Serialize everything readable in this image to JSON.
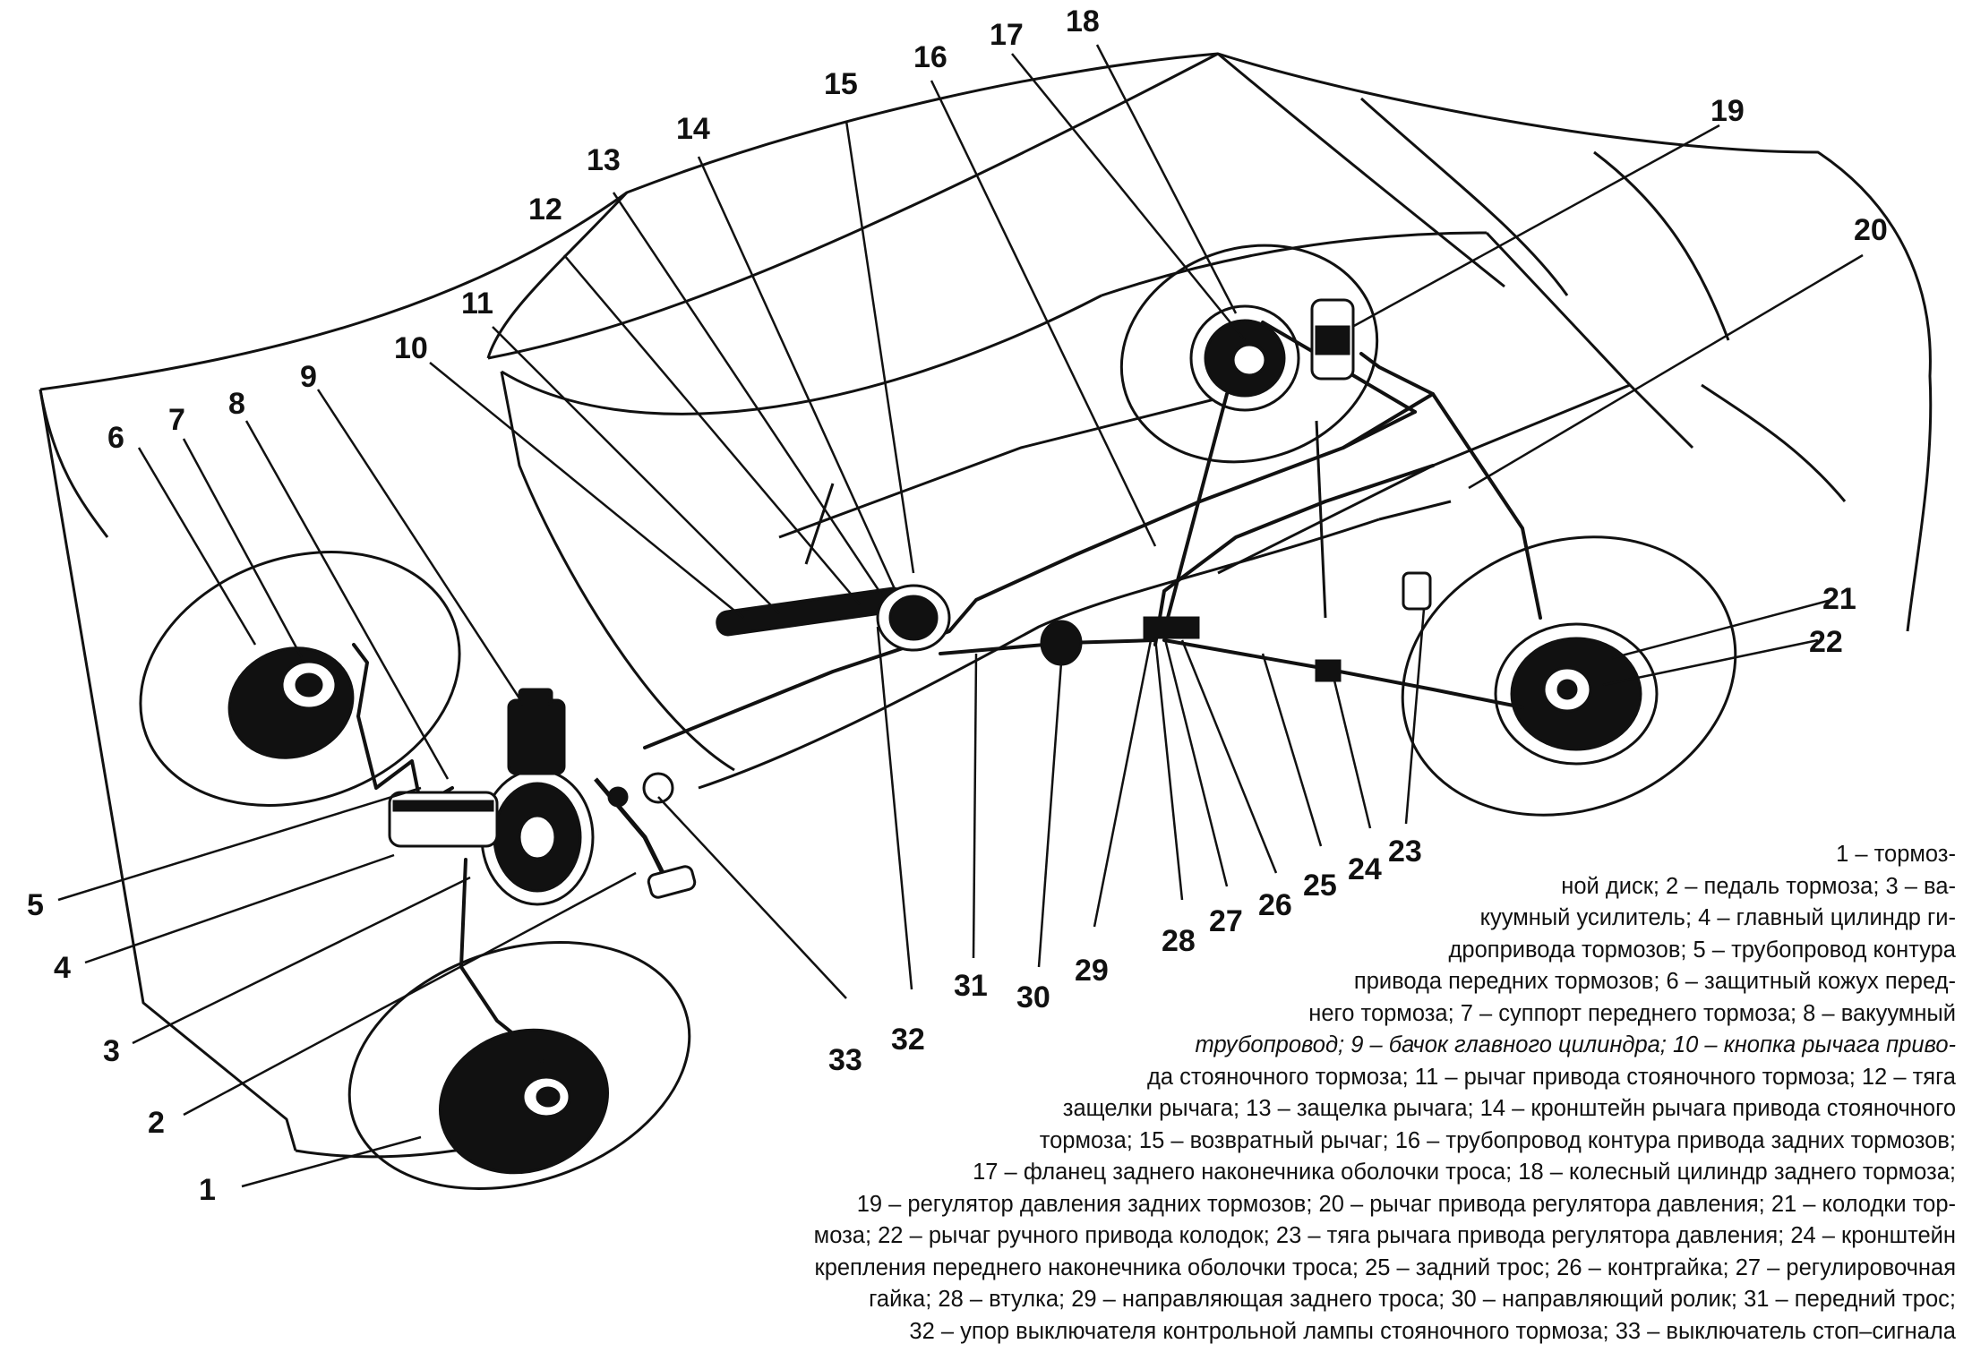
{
  "callouts": {
    "c1": "1",
    "c2": "2",
    "c3": "3",
    "c4": "4",
    "c5": "5",
    "c6": "6",
    "c7": "7",
    "c8": "8",
    "c9": "9",
    "c10": "10",
    "c11": "11",
    "c12": "12",
    "c13": "13",
    "c14": "14",
    "c15": "15",
    "c16": "16",
    "c17": "17",
    "c18": "18",
    "c19": "19",
    "c20": "20",
    "c21": "21",
    "c22": "22",
    "c23": "23",
    "c24": "24",
    "c25": "25",
    "c26": "26",
    "c27": "27",
    "c28": "28",
    "c29": "29",
    "c30": "30",
    "c31": "31",
    "c32": "32",
    "c33": "33"
  },
  "legend": {
    "l01": "1 – тормоз-",
    "l02": "ной диск; 2 – педаль тормоза; 3 – ва-",
    "l03": "куумный усилитель; 4 – главный цилиндр ги-",
    "l04": "дропривода тормозов;   5 – трубопровод контура",
    "l05": "привода передних тормозов; 6 – защитный кожух перед-",
    "l06": "него тормоза; 7 – суппорт переднего тормоза; 8 – вакуумный",
    "l07": "трубопровод; 9 – бачок главного цилиндра; 10 – кнопка рычага приво-",
    "l08": "да стояночного тормоза; 11 – рычаг привода стояночного тормоза; 12 – тяга",
    "l09": "защелки рычага; 13 – защелка рычага; 14 – кронштейн рычага привода стояночного",
    "l10": "тормоза;  15 – возвратный рычаг;  16 – трубопровод контура привода задних тормозов;",
    "l11": "17 – фланец заднего наконечника оболочки троса; 18 – колесный цилиндр заднего тормоза;",
    "l12": "19 – регулятор давления задних тормозов; 20 – рычаг привода регулятора давления; 21 – колодки тор-",
    "l13": "моза; 22 – рычаг ручного привода колодок; 23 – тяга рычага привода регулятора давления; 24 – кронштейн",
    "l14": "крепления переднего наконечника оболочки троса; 25 – задний трос; 26 – контргайка; 27 – регулировочная",
    "l15": "гайка; 28 – втулка; 29 – направляющая заднего троса; 30 – направляющий ролик; 31 – передний трос;",
    "l16": "32 – упор выключателя контрольной лампы стояночного тормоза; 33 – выключатель стоп–сигнала"
  }
}
